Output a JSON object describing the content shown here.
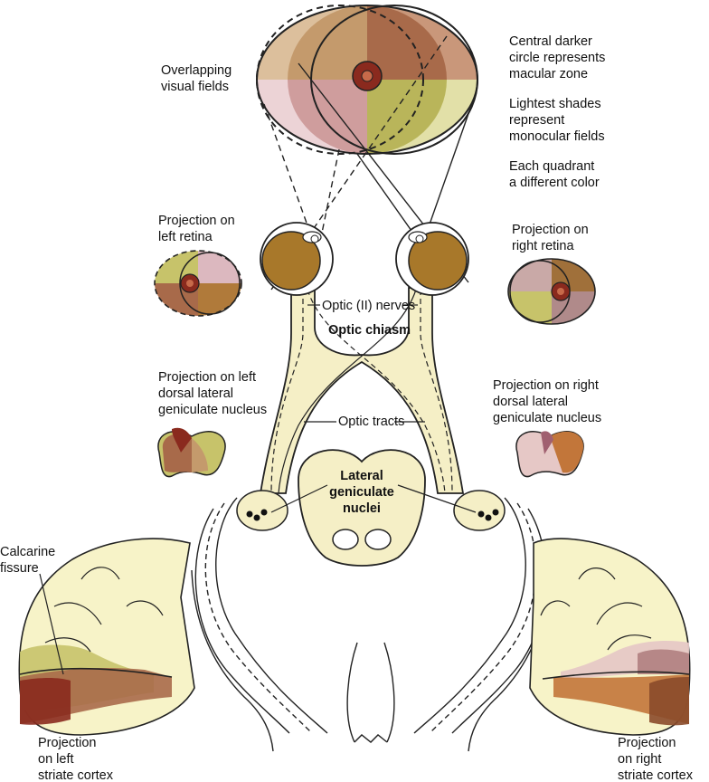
{
  "labels": {
    "overlapping": [
      "Overlapping",
      "visual fields"
    ],
    "central": [
      "Central darker",
      "circle represents",
      "macular zone"
    ],
    "lightest": [
      "Lightest shades",
      "represent",
      "monocular fields"
    ],
    "quadrant": [
      "Each quadrant",
      "a different color"
    ],
    "proj_left_retina": [
      "Projection on",
      "left retina"
    ],
    "proj_right_retina": [
      "Projection on",
      "right retina"
    ],
    "optic_nerves": "Optic (II) nerves",
    "optic_chiasm": "Optic chiasm",
    "proj_left_lgn": [
      "Projection on left",
      "dorsal lateral",
      "geniculate nucleus"
    ],
    "proj_right_lgn": [
      "Projection on right",
      "dorsal lateral",
      "geniculate nucleus"
    ],
    "optic_tracts": "Optic tracts",
    "lgn": [
      "Lateral",
      "geniculate",
      "nuclei"
    ],
    "calcarine": [
      "Calcarine",
      "fissure"
    ],
    "proj_left_cortex": [
      "Projection",
      "on left",
      "striate cortex"
    ],
    "proj_right_cortex": [
      "Projection",
      "on right",
      "striate cortex"
    ]
  },
  "colors": {
    "upper_left_quadrant": "#c49a6c",
    "upper_right_quadrant": "#a86a4a",
    "lower_left_quadrant": "#cf9d9d",
    "lower_right_quadrant": "#b9b55a",
    "macula": "#8a2a1e",
    "eyeball": "#a8782a",
    "tract_fill": "#f5efc6",
    "cortex_fill": "#f7f3c8",
    "outline": "#222222"
  }
}
